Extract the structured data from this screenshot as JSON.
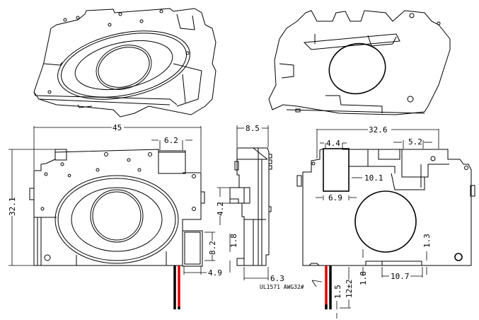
{
  "drawing": {
    "subject": "Speaker module dimensional drawing",
    "colors": {
      "line": "#000000",
      "wire_positive": "#e00000",
      "wire_negative": "#000000",
      "background": "#ffffff"
    }
  },
  "front_view": {
    "width_label": "45",
    "height_label": "32.1",
    "connector_width_label": "6.2",
    "side_tab_height_label": "8.2",
    "side_tab_offset_label": "4.9"
  },
  "side_view": {
    "depth_label": "8.5",
    "tab_height_label": "4.2",
    "bottom_offset_label": "1.8",
    "wire_offset_label": "6.3",
    "wire_note": "UL1571 AWG32#"
  },
  "rear_view": {
    "width_label": "32.6",
    "left_offset_label": "4.4",
    "right_offset_label": "5.2",
    "inner_width_label": "10.1",
    "block_width_label": "6.9",
    "slot_width_label": "10.7",
    "slot_height_label": "1.3",
    "step_height_label": "1.8",
    "wire_length_label": "12±2",
    "wire_strip_label": "1.5"
  }
}
